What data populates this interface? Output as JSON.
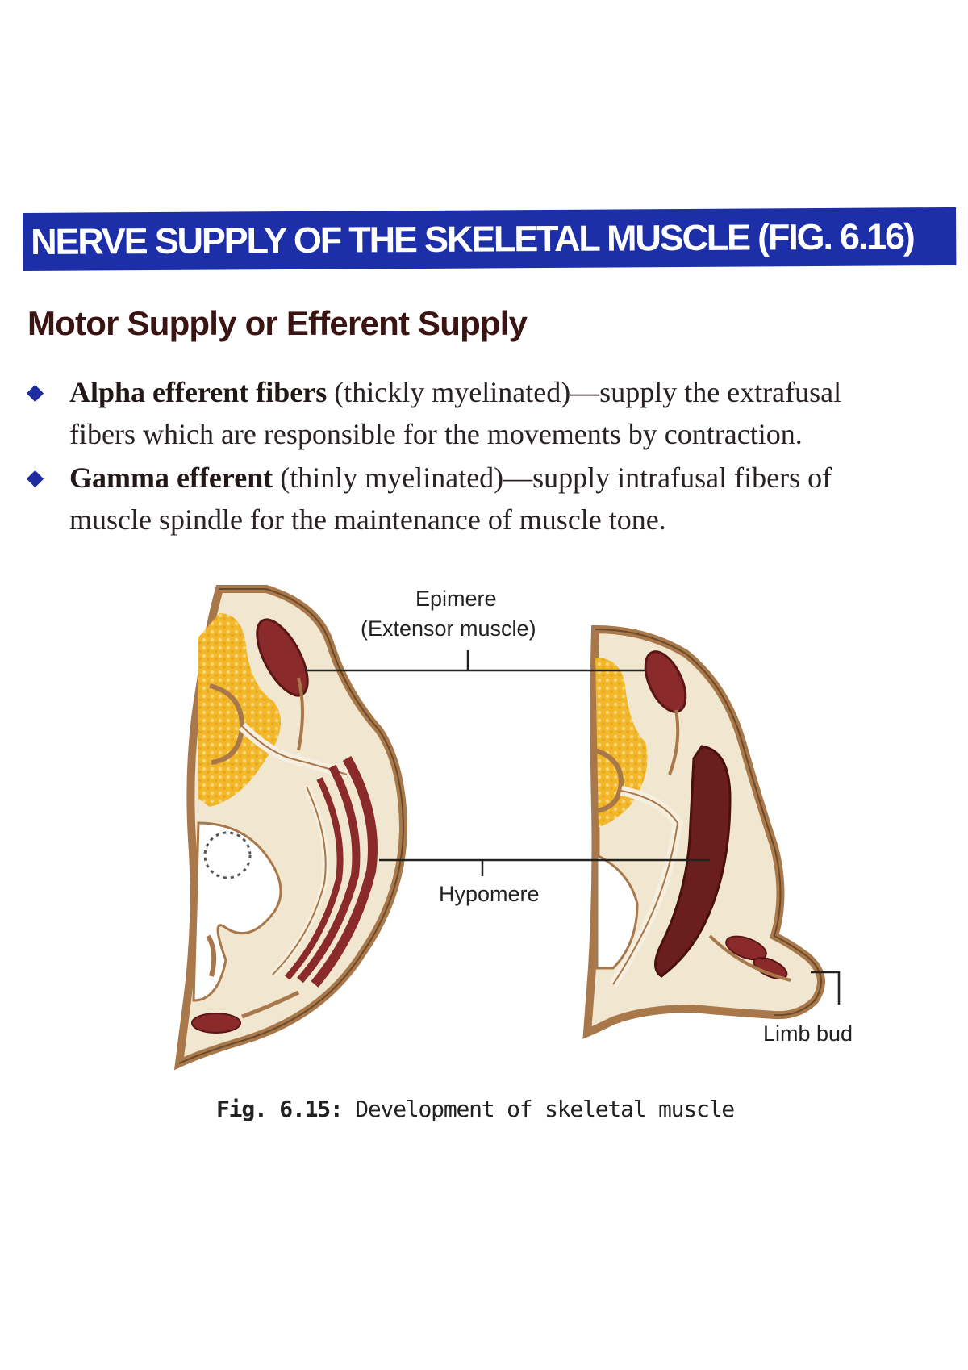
{
  "banner": {
    "title": "NERVE SUPPLY OF THE SKELETAL MUSCLE (FIG. 6.16)"
  },
  "section": {
    "heading": "Motor Supply or Efferent Supply"
  },
  "bullets": [
    {
      "term": "Alpha efferent fibers",
      "text_line1": " (thickly myelinated)—supply the extrafusal",
      "text_line2": "fibers which are responsible for the movements by contraction."
    },
    {
      "term": "Gamma efferent",
      "text_line1": " (thinly myelinated)—supply intrafusal fibers of",
      "text_line2": "muscle spindle for the maintenance of muscle tone."
    }
  ],
  "figure": {
    "labels": {
      "epimere": "Epimere",
      "epimere_sub": "(Extensor muscle)",
      "hypomere": "Hypomere",
      "limb_bud": "Limb bud"
    },
    "caption_number": "Fig. 6.15:",
    "caption_text": " Development of skeletal muscle"
  },
  "colors": {
    "banner": "#1d2fa8",
    "muscle": "#8b2a2a",
    "tissue": "#f1e6cf",
    "outline": "#a8784a",
    "yellow": "#f2b82a"
  }
}
